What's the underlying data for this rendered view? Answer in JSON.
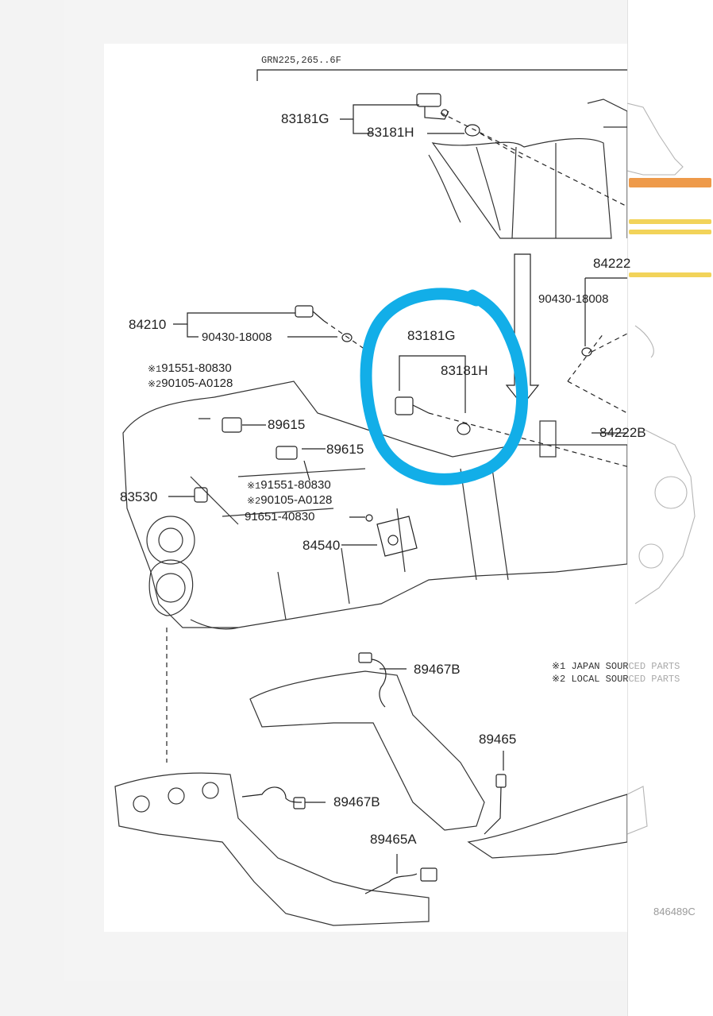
{
  "header": {
    "model_code": "GRN225,265..6F"
  },
  "parts": {
    "p83181G_top": "83181G",
    "p83181H_top": "83181H",
    "p83181G_circ": "83181G",
    "p83181H_circ": "83181H",
    "p84210": "84210",
    "p90430_left": "90430-18008",
    "p84222": "84222",
    "p90430_right": "90430-18008",
    "p84222B": "84222B",
    "p91551_a": "91551-80830",
    "p90105_a": "90105-A0128",
    "p89615_a": "89615",
    "p89615_b": "89615",
    "p91551_b": "91551-80830",
    "p90105_b": "90105-A0128",
    "p83530": "83530",
    "p91651": "91651-40830",
    "p84540": "84540",
    "p89467B_top": "89467B",
    "p89465": "89465",
    "p89467B_bot": "89467B",
    "p89465A": "89465A"
  },
  "marks": {
    "m1": "※1",
    "m2": "※2"
  },
  "notes": {
    "n1_prefix": "※1",
    "n1_text": "JAPAN SOUR",
    "n1_faded": "CED PARTS",
    "n2_prefix": "※2",
    "n2_text": "LOCAL SOUR",
    "n2_faded": "CED PARTS"
  },
  "reference": "846489C",
  "colors": {
    "highlight_circle": "#12aee8",
    "bar_orange": "#ee9a4a",
    "bar_yellow": "#f2d35a",
    "line": "#222222"
  }
}
